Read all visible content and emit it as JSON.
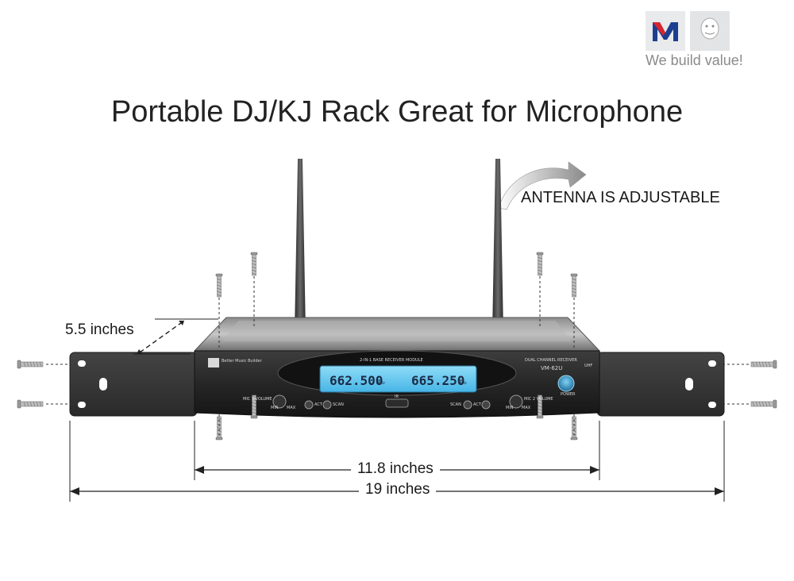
{
  "brand": {
    "logo_letters": "M",
    "tagline": "We build value!",
    "colors": {
      "red": "#d7262e",
      "blue": "#1d3f8f",
      "gray_bg": "#e9eaec"
    }
  },
  "title": "Portable DJ/KJ Rack Great for Microphone",
  "annotations": {
    "antenna": "ANTENNA IS ADJUSTABLE",
    "depth": "5.5 inches",
    "unit_width": "11.8 inches",
    "rack_width": "19 inches"
  },
  "device": {
    "brand_name": "Better Music Builder",
    "module_label": "2-IN-1 BASE RECEIVER MODULE",
    "model_type": "DUAL CHANNEL RECEIVER",
    "model": "VM-62U",
    "band_badge": "UHF",
    "freq_a": "662.500",
    "freq_b": "665.250",
    "freq_unit": "MHz",
    "mic1_label": "MIC 1 VOLUME",
    "mic2_label": "MIC 2 VOLUME",
    "act_label": "ACT",
    "scan_label": "SCAN",
    "min_label": "MIN",
    "max_label": "MAX",
    "power_label": "POWER",
    "ir_label": "IR",
    "accent_lcd": "#5fc2ee"
  }
}
